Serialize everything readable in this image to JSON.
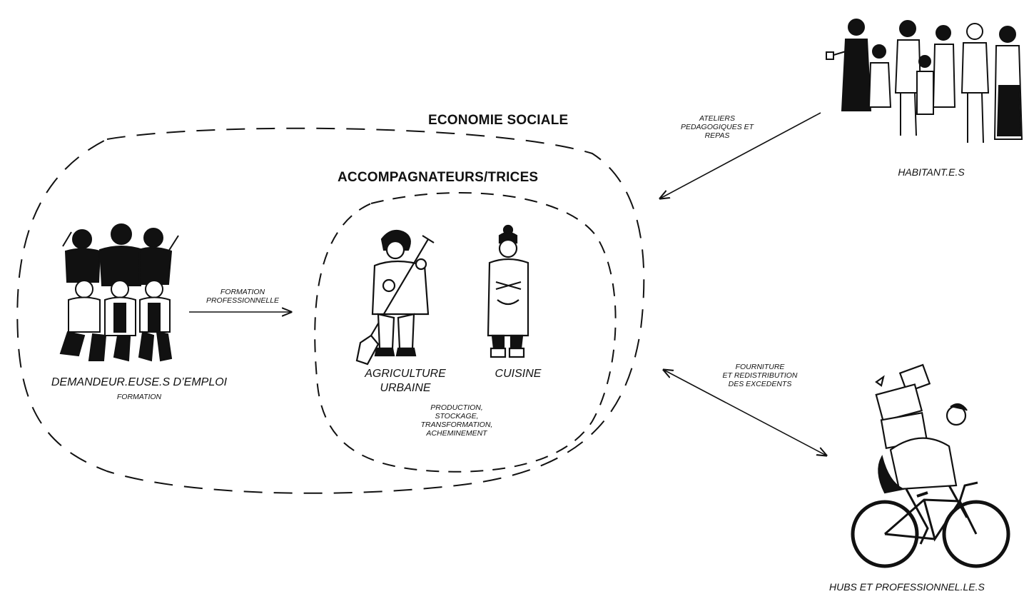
{
  "diagram": {
    "outer_group": {
      "title": "ECONOMIE SOCIALE"
    },
    "inner_group": {
      "title": "ACCOMPAGNATEURS/TRICES",
      "members": [
        {
          "label_lines": [
            "AGRICULTURE",
            "URBAINE"
          ]
        },
        {
          "label_lines": [
            "CUISINE"
          ]
        }
      ],
      "activities_lines": [
        "PRODUCTION,",
        "STOCKAGE,",
        "TRANSFORMATION,",
        "ACHEMINEMENT"
      ]
    },
    "job_seekers": {
      "label": "DEMANDEUR.EUSE.S D’EMPLOI",
      "sublabel": "FORMATION"
    },
    "residents": {
      "label": "HABITANT.E.S"
    },
    "hubs": {
      "label": "HUBS ET PROFESSIONNEL.LE.S"
    },
    "flows": [
      {
        "label_lines": [
          "FORMATION",
          "PROFESSIONNELLE"
        ]
      },
      {
        "label_lines": [
          "ATELIERS",
          "PEDAGOGIQUES ET",
          "REPAS"
        ]
      },
      {
        "label_lines": [
          "FOURNITURE",
          "ET REDISTRIBUTION",
          "DES EXCEDENTS"
        ]
      }
    ],
    "colors": {
      "ink": "#111111",
      "background": "#ffffff"
    }
  }
}
